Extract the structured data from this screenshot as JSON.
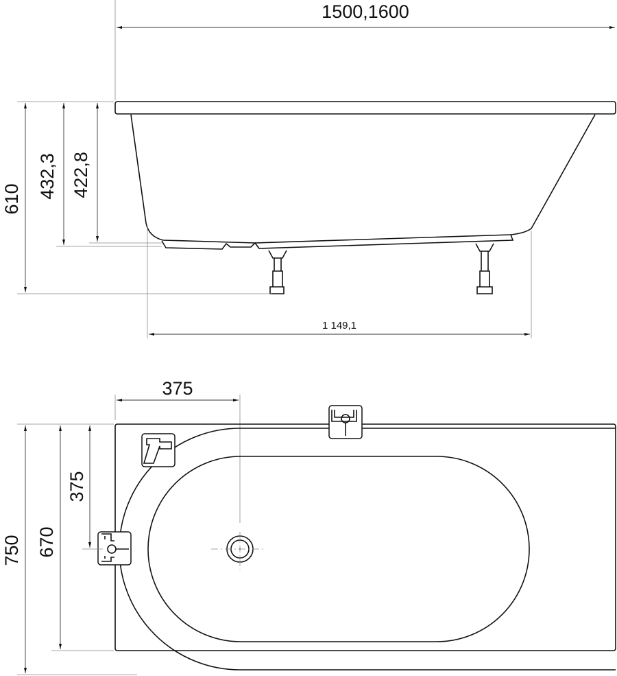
{
  "side_view": {
    "length_label": "1500,1600",
    "height_total": "610",
    "depth_1": "432,3",
    "depth_2": "422,8",
    "feet_span": "1 149,1"
  },
  "top_view": {
    "drain_offset_x": "375",
    "width_total": "750",
    "inner_width": "670",
    "drain_offset_y": "375"
  },
  "icons": [
    "faucet-icon",
    "mixer-valve-icon",
    "mixer-valve-icon"
  ],
  "colors": {
    "line": "#111111",
    "dimension": "#333333"
  }
}
